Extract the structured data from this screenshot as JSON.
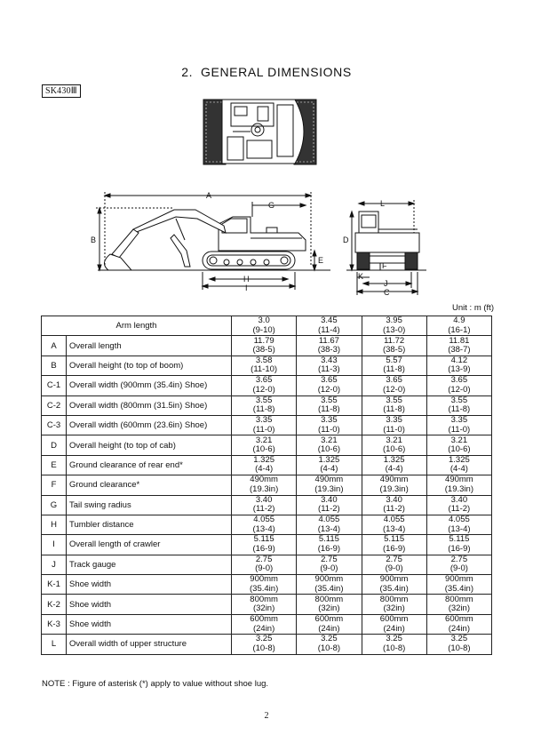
{
  "header": {
    "model": "SK430Ⅲ",
    "title": "2.  GENERAL DIMENSIONS"
  },
  "figure": {
    "labels": {
      "A": "A",
      "B": "B",
      "C": "C",
      "D": "D",
      "E": "E",
      "F": "F",
      "G": "G",
      "H": "H",
      "I": "I",
      "J": "J",
      "K": "K",
      "L": "L"
    }
  },
  "unit": "Unit : m (ft)",
  "table": {
    "header_label": "Arm length",
    "arm_lengths": [
      {
        "m": "3.0",
        "ft": "(9-10)"
      },
      {
        "m": "3.45",
        "ft": "(11-4)"
      },
      {
        "m": "3.95",
        "ft": "(13-0)"
      },
      {
        "m": "4.9",
        "ft": "(16-1)"
      }
    ],
    "rows": [
      {
        "code": "A",
        "item": "Overall length",
        "values": [
          [
            "11.79",
            "(38-5)"
          ],
          [
            "11.67",
            "(38-3)"
          ],
          [
            "11.72",
            "(38-5)"
          ],
          [
            "11.81",
            "(38-7)"
          ]
        ]
      },
      {
        "code": "B",
        "item": "Overall height (to top of boom)",
        "values": [
          [
            "3.58",
            "(11-10)"
          ],
          [
            "3.43",
            "(11-3)"
          ],
          [
            "5.57",
            "(11-8)"
          ],
          [
            "4.12",
            "(13-9)"
          ]
        ]
      },
      {
        "code": "C-1",
        "item": "Overall width (900mm (35.4in) Shoe)",
        "values": [
          [
            "3.65",
            "(12-0)"
          ],
          [
            "3.65",
            "(12-0)"
          ],
          [
            "3.65",
            "(12-0)"
          ],
          [
            "3.65",
            "(12-0)"
          ]
        ]
      },
      {
        "code": "C-2",
        "item": "Overall width (800mm (31.5in) Shoe)",
        "values": [
          [
            "3.55",
            "(11-8)"
          ],
          [
            "3.55",
            "(11-8)"
          ],
          [
            "3.55",
            "(11-8)"
          ],
          [
            "3.55",
            "(11-8)"
          ]
        ]
      },
      {
        "code": "C-3",
        "item": "Overall width (600mm (23.6in) Shoe)",
        "values": [
          [
            "3.35",
            "(11-0)"
          ],
          [
            "3.35",
            "(11-0)"
          ],
          [
            "3.35",
            "(11-0)"
          ],
          [
            "3.35",
            "(11-0)"
          ]
        ]
      },
      {
        "code": "D",
        "item": "Overall height (to top of cab)",
        "values": [
          [
            "3.21",
            "(10-6)"
          ],
          [
            "3.21",
            "(10-6)"
          ],
          [
            "3.21",
            "(10-6)"
          ],
          [
            "3.21",
            "(10-6)"
          ]
        ]
      },
      {
        "code": "E",
        "item": "Ground clearance of rear end*",
        "values": [
          [
            "1.325",
            "(4-4)"
          ],
          [
            "1.325",
            "(4-4)"
          ],
          [
            "1.325",
            "(4-4)"
          ],
          [
            "1.325",
            "(4-4)"
          ]
        ]
      },
      {
        "code": "F",
        "item": "Ground clearance*",
        "values": [
          [
            "490mm",
            "(19.3in)"
          ],
          [
            "490mm",
            "(19.3in)"
          ],
          [
            "490mm",
            "(19.3in)"
          ],
          [
            "490mm",
            "(19.3in)"
          ]
        ]
      },
      {
        "code": "G",
        "item": "Tail swing radius",
        "values": [
          [
            "3.40",
            "(11-2)"
          ],
          [
            "3.40",
            "(11-2)"
          ],
          [
            "3.40",
            "(11-2)"
          ],
          [
            "3.40",
            "(11-2)"
          ]
        ]
      },
      {
        "code": "H",
        "item": "Tumbler distance",
        "values": [
          [
            "4.055",
            "(13-4)"
          ],
          [
            "4.055",
            "(13-4)"
          ],
          [
            "4.055",
            "(13-4)"
          ],
          [
            "4.055",
            "(13-4)"
          ]
        ]
      },
      {
        "code": "I",
        "item": "Overall length of crawler",
        "values": [
          [
            "5.115",
            "(16-9)"
          ],
          [
            "5.115",
            "(16-9)"
          ],
          [
            "5.115",
            "(16-9)"
          ],
          [
            "5.115",
            "(16-9)"
          ]
        ]
      },
      {
        "code": "J",
        "item": "Track gauge",
        "values": [
          [
            "2.75",
            "(9-0)"
          ],
          [
            "2.75",
            "(9-0)"
          ],
          [
            "2.75",
            "(9-0)"
          ],
          [
            "2.75",
            "(9-0)"
          ]
        ]
      },
      {
        "code": "K-1",
        "item": "Shoe width",
        "values": [
          [
            "900mm",
            "(35.4in)"
          ],
          [
            "900mm",
            "(35.4in)"
          ],
          [
            "900mm",
            "(35.4in)"
          ],
          [
            "900mm",
            "(35.4in)"
          ]
        ]
      },
      {
        "code": "K-2",
        "item": "Shoe width",
        "values": [
          [
            "800mm",
            "(32in)"
          ],
          [
            "800mm",
            "(32in)"
          ],
          [
            "800mm",
            "(32in)"
          ],
          [
            "800mm",
            "(32in)"
          ]
        ]
      },
      {
        "code": "K-3",
        "item": "Shoe width",
        "values": [
          [
            "600mm",
            "(24in)"
          ],
          [
            "600mm",
            "(24in)"
          ],
          [
            "600mm",
            "(24in)"
          ],
          [
            "600mm",
            "(24in)"
          ]
        ]
      },
      {
        "code": "L",
        "item": "Overall width of upper structure",
        "values": [
          [
            "3.25",
            "(10-8)"
          ],
          [
            "3.25",
            "(10-8)"
          ],
          [
            "3.25",
            "(10-8)"
          ],
          [
            "3.25",
            "(10-8)"
          ]
        ]
      }
    ]
  },
  "note": "NOTE :  Figure of asterisk (*) apply to value without shoe lug.",
  "page_number": "2"
}
